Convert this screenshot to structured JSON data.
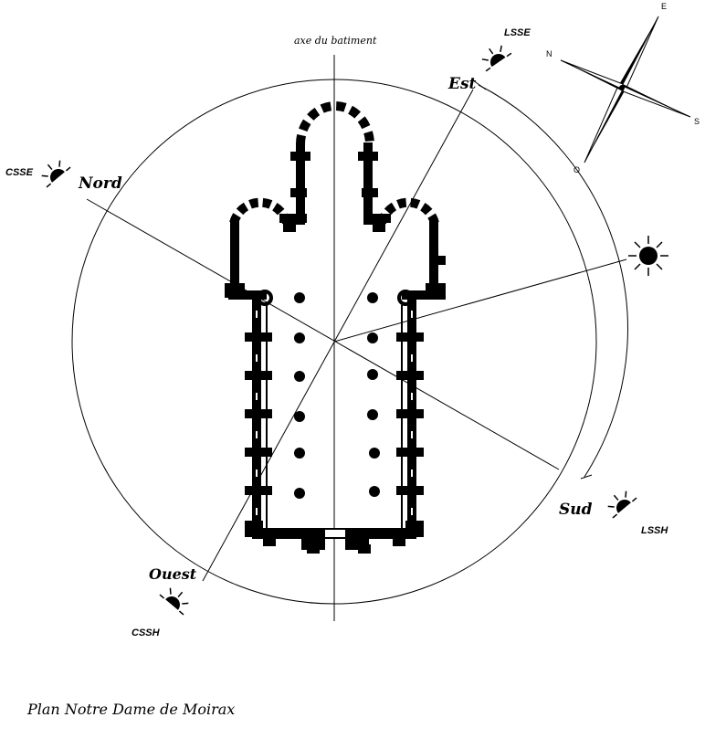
{
  "axis_label": "axe du batiment",
  "directions": {
    "nord": "Nord",
    "est": "Est",
    "sud": "Sud",
    "ouest": "Ouest"
  },
  "sun_markers": {
    "lsse": "LSSE",
    "csse": "CSSE",
    "lssh": "LSSH",
    "cssh": "CSSH"
  },
  "compass": {
    "n": "N",
    "e": "E",
    "s": "S",
    "o": "O"
  },
  "title": "Plan Notre Dame de Moirax",
  "icons": [
    "compass-rose-icon",
    "sun-icon",
    "half-sun-icon"
  ]
}
